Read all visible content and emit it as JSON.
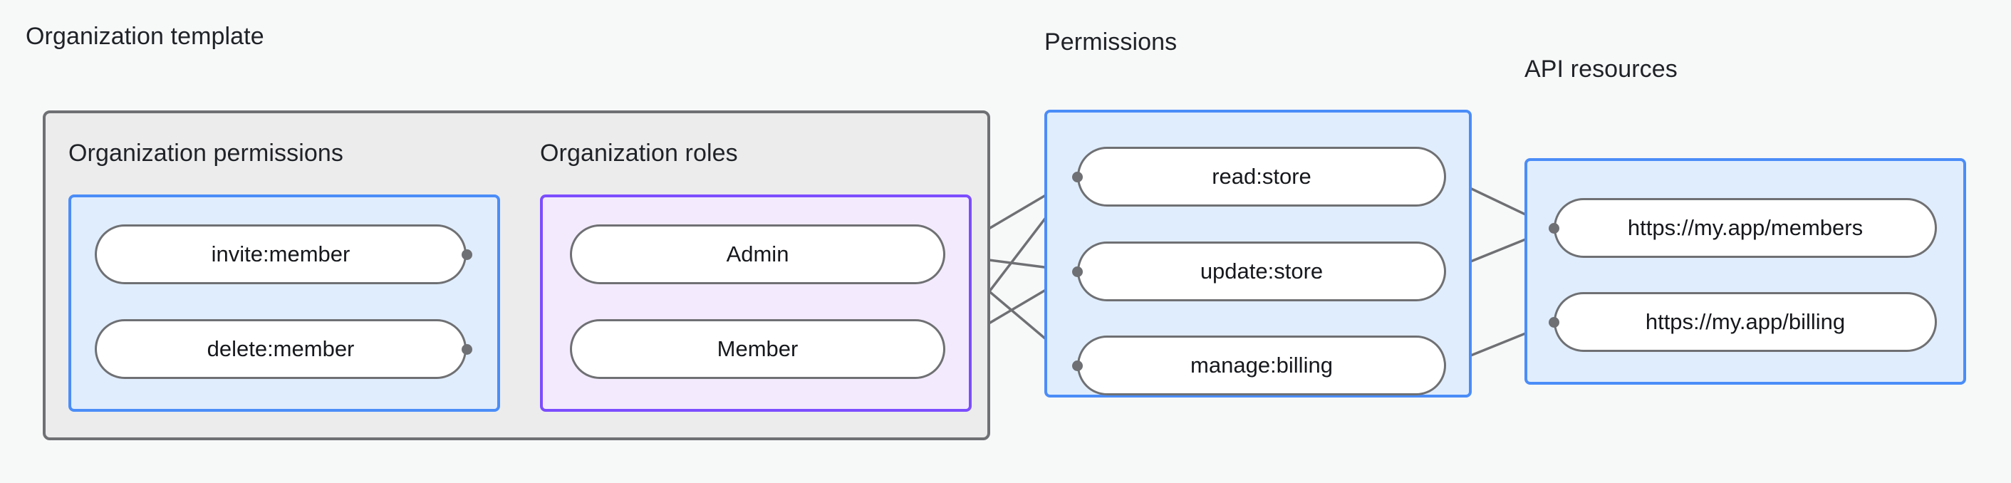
{
  "colors": {
    "page_background": "#f7f8f8",
    "gray_container_border": "#6f7073",
    "gray_container_fill": "#ececec",
    "blue_container_border": "#4b8df8",
    "blue_container_fill": "#e0edfd",
    "purple_container_border": "#7c4dff",
    "purple_container_fill": "#f3ebfd",
    "node_border": "#6f7073",
    "node_fill": "#ffffff",
    "edge_stroke": "#6f7073",
    "text": "#16181c"
  },
  "groups": {
    "organization_template": {
      "label": "Organization template"
    },
    "organization_permissions": {
      "label": "Organization permissions"
    },
    "organization_roles": {
      "label": "Organization roles"
    },
    "permissions": {
      "label": "Permissions"
    },
    "api_resources": {
      "label": "API resources"
    }
  },
  "nodes": {
    "organization_permissions": [
      {
        "id": "invite-member",
        "label": "invite:member"
      },
      {
        "id": "delete-member",
        "label": "delete:member"
      }
    ],
    "organization_roles": [
      {
        "id": "admin",
        "label": "Admin"
      },
      {
        "id": "member",
        "label": "Member"
      }
    ],
    "permissions": [
      {
        "id": "read-store",
        "label": "read:store"
      },
      {
        "id": "update-store",
        "label": "update:store"
      },
      {
        "id": "manage-billing",
        "label": "manage:billing"
      }
    ],
    "api_resources": [
      {
        "id": "my-app-members",
        "label": "https://my.app/members"
      },
      {
        "id": "my-app-billing",
        "label": "https://my.app/billing"
      }
    ]
  },
  "edges": [
    {
      "from": "invite-member",
      "to": "admin"
    },
    {
      "from": "invite-member",
      "to": "member"
    },
    {
      "from": "delete-member",
      "to": "member"
    },
    {
      "from": "admin",
      "to": "read-store"
    },
    {
      "from": "admin",
      "to": "update-store"
    },
    {
      "from": "admin",
      "to": "manage-billing"
    },
    {
      "from": "member",
      "to": "read-store"
    },
    {
      "from": "member",
      "to": "update-store"
    },
    {
      "from": "read-store",
      "to": "my-app-members"
    },
    {
      "from": "update-store",
      "to": "my-app-members"
    },
    {
      "from": "manage-billing",
      "to": "my-app-billing"
    }
  ]
}
